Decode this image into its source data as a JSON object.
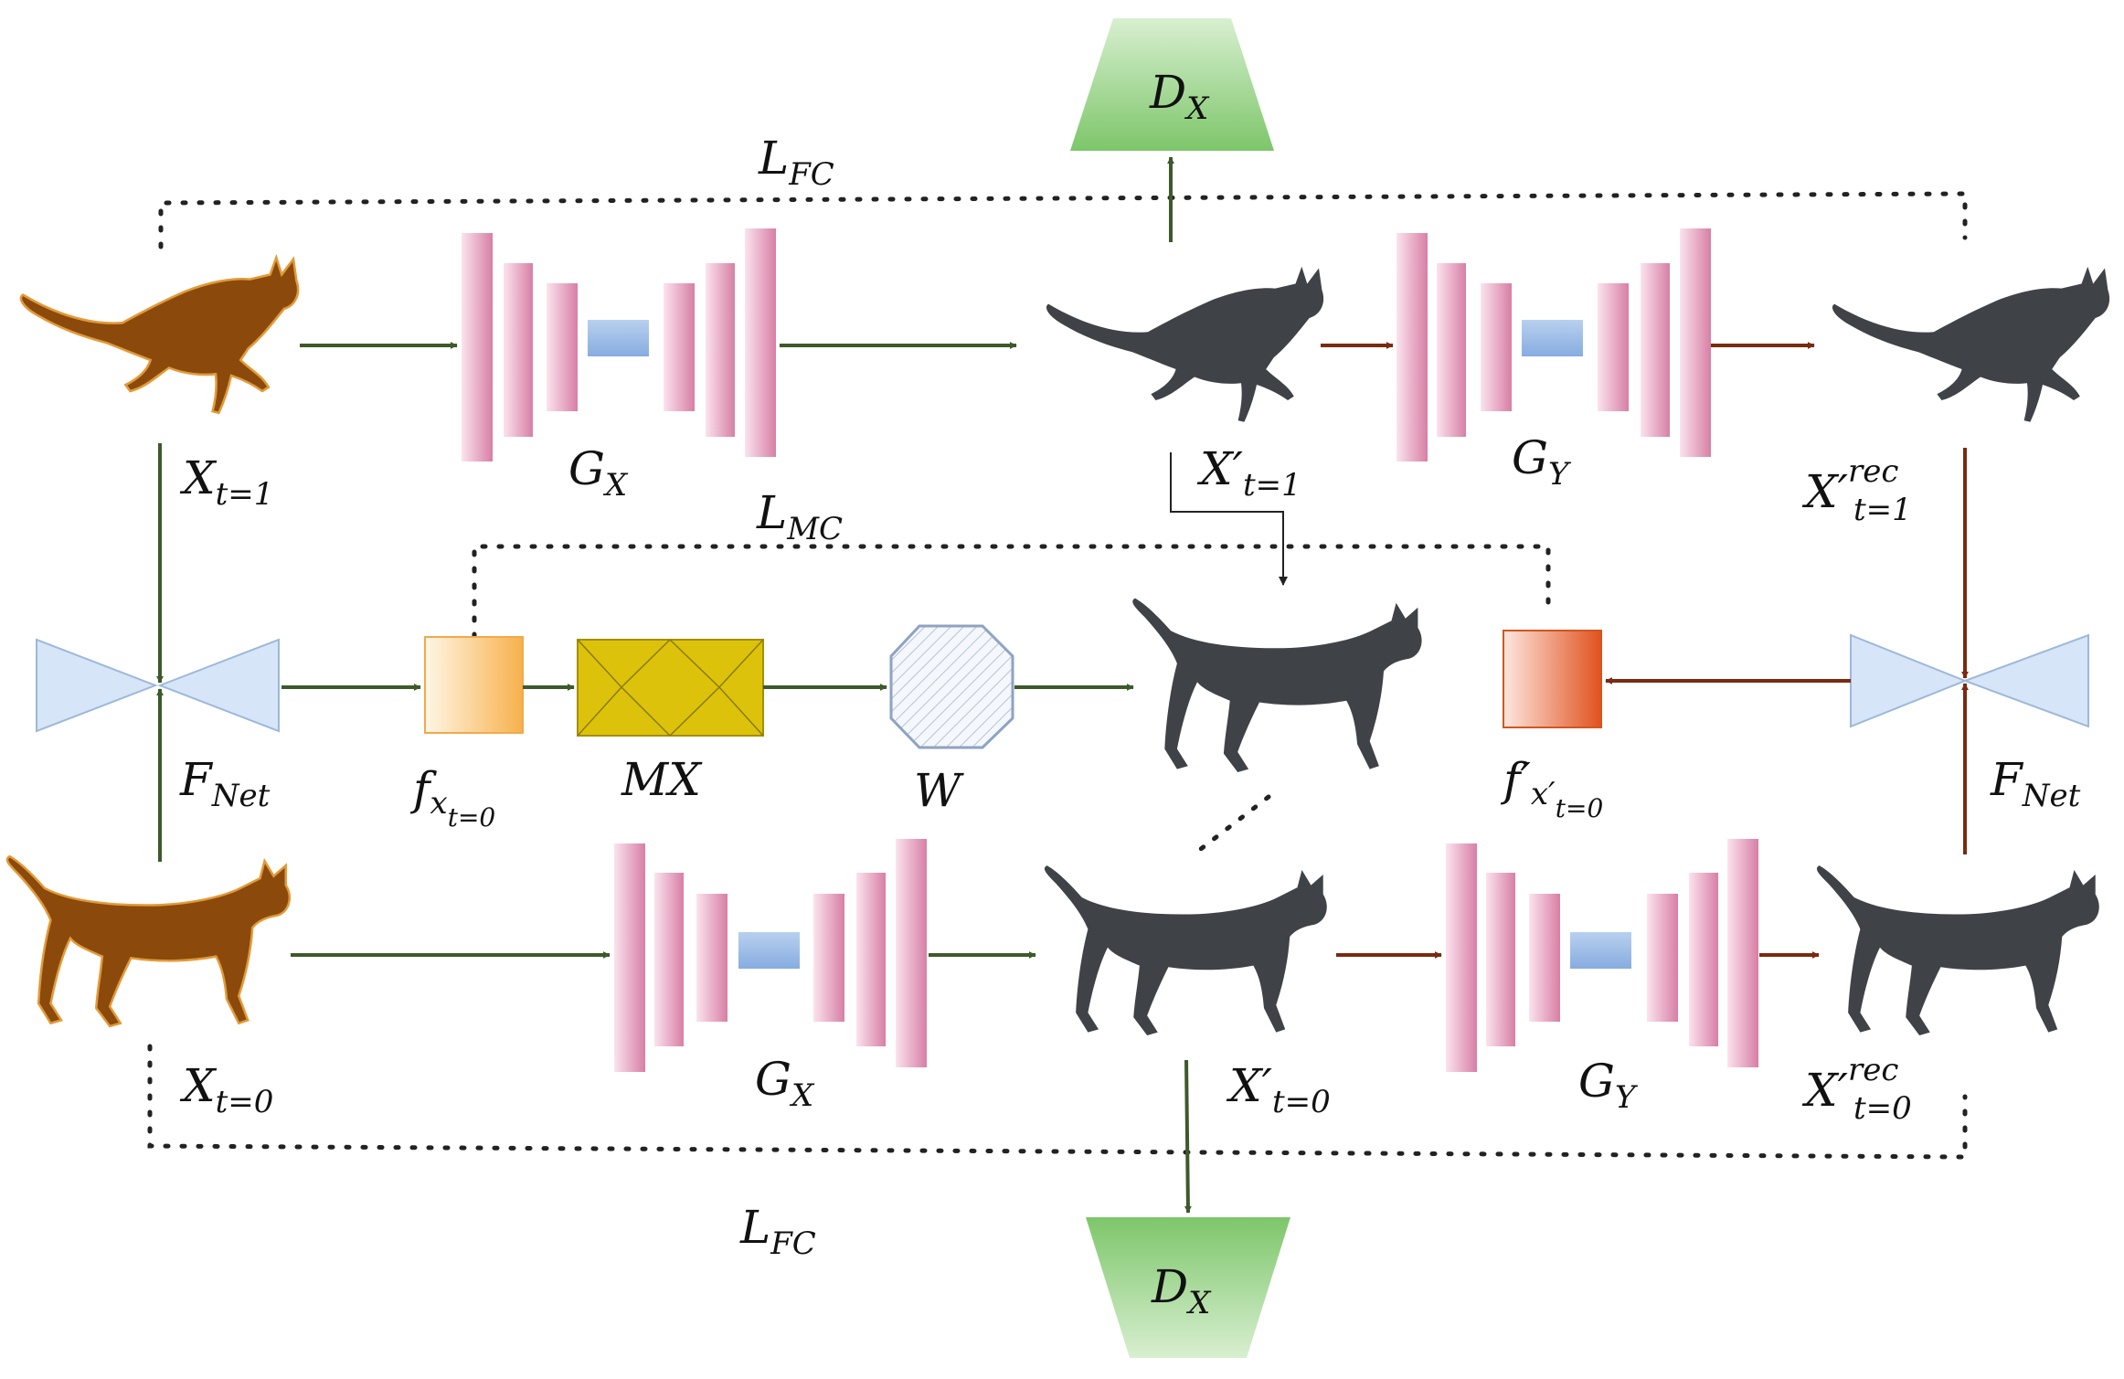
{
  "labels": {
    "d_top": {
      "base": "D",
      "sub": "X"
    },
    "d_bottom": {
      "base": "D",
      "sub": "X"
    },
    "lfc_top": {
      "base": "L",
      "sub": "FC"
    },
    "lfc_bottom": {
      "base": "L",
      "sub": "FC"
    },
    "lmc": {
      "base": "L",
      "sub": "MC"
    },
    "x_t1": {
      "base": "X",
      "sub": "t=1"
    },
    "x_t0": {
      "base": "X",
      "sub": "t=0"
    },
    "xp_t1": {
      "base": "X′",
      "sub": "t=1"
    },
    "xp_t0": {
      "base": "X′",
      "sub": "t=0"
    },
    "xrec_t1": {
      "base": "X′",
      "sup": "rec",
      "sub": "t=1"
    },
    "xrec_t0": {
      "base": "X′",
      "sup": "rec",
      "sub": "t=0"
    },
    "gx_top": {
      "base": "G",
      "sub": "X"
    },
    "gx_bottom": {
      "base": "G",
      "sub": "X"
    },
    "gy_top": {
      "base": "G",
      "sub": "Y"
    },
    "gy_bottom": {
      "base": "G",
      "sub": "Y"
    },
    "fnet_left": {
      "base": "F",
      "sub": "Net"
    },
    "fnet_right": {
      "base": "F",
      "sub": "Net"
    },
    "f_left": {
      "base": "f",
      "sub": "x",
      "subsub": "t=0"
    },
    "f_right": {
      "base": "f′",
      "sub": "x′",
      "subsub": "t=0"
    },
    "mx": "MX",
    "w": "W"
  },
  "colors": {
    "forward_arrow": "#3d5a2a",
    "backward_arrow": "#7a2a10",
    "generator_bar": "#d77fa5",
    "bottleneck": "#8fb4e3",
    "discriminator": "#7dc66a",
    "flow_net": "#d6e5f7",
    "mx_block": "#dcc20a",
    "real_cat": "#8b4a0b",
    "fake_cat": "#3f4247"
  },
  "icons": {
    "real_cat": "cat-silhouette-orange",
    "fake_cat": "cat-silhouette-gray",
    "generator": "encoder-decoder-bars",
    "discriminator": "trapezoid",
    "flow_net": "bowtie",
    "warp": "octagon-hatched"
  }
}
